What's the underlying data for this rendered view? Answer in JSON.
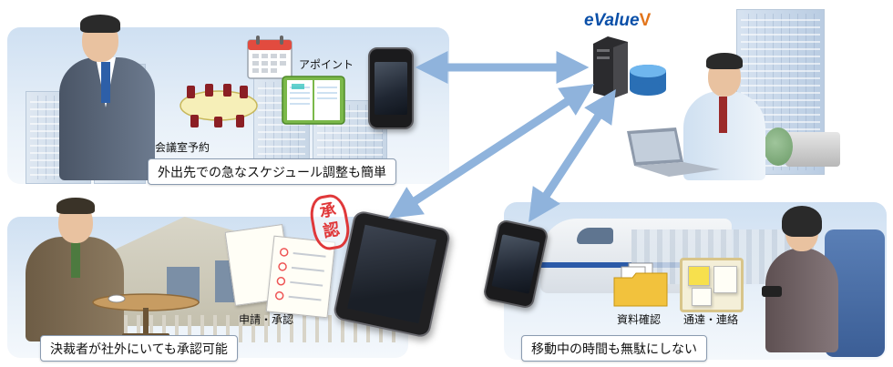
{
  "logo": {
    "text": "eValue",
    "mark": "V"
  },
  "scenes": {
    "office": {
      "caption": "外出先での急なスケジュール調整も簡単",
      "label_appointment": "アポイント",
      "label_meeting_room": "会議室予約"
    },
    "approval": {
      "caption": "決裁者が社外にいても承認可能",
      "label_request": "申請・承認",
      "stamp_text": "承認"
    },
    "train": {
      "caption": "移動中の時間も無駄にしない",
      "label_documents": "資料確認",
      "label_contact": "通達・連絡"
    }
  },
  "colors": {
    "arrow": "#8fb3dc",
    "panel_top": "#cfe0f2",
    "stamp": "#e0383a",
    "logo_blue": "#0a4fa8",
    "logo_orange": "#e2741a"
  }
}
